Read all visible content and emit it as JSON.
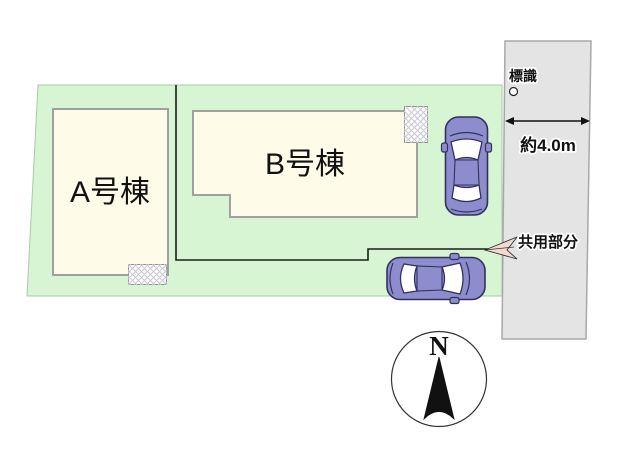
{
  "site_plan": {
    "buildings": [
      {
        "label": "A号棟"
      },
      {
        "label": "B号棟"
      }
    ],
    "annotations": {
      "sign_label": "標識",
      "road_width_label": "約4.0m",
      "common_area_label": "共用部分",
      "compass_north_label": "N"
    },
    "colors": {
      "lot_green": "#d7f5d2",
      "building_fill": "#fffbe9",
      "road_gray": "#e4e4e4",
      "car_body": "#8d8dce",
      "leader_arrow_pink": "#f5d9cf"
    }
  }
}
